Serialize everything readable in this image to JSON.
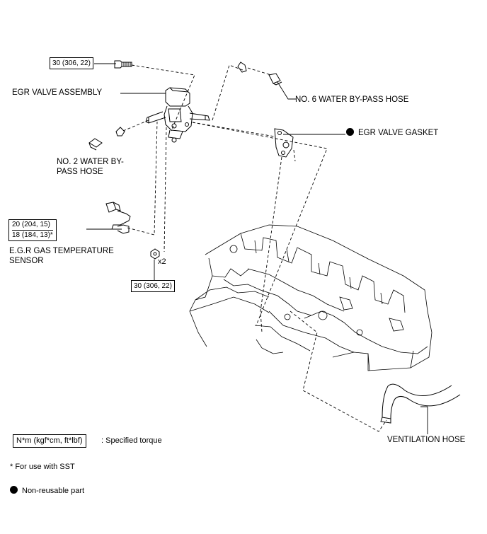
{
  "parts": {
    "egr_valve_assembly": "EGR VALVE ASSEMBLY",
    "water_bypass_hose_6": "NO. 6 WATER BY-PASS HOSE",
    "egr_valve_gasket": "EGR VALVE GASKET",
    "water_bypass_hose_2_line1": "NO. 2 WATER BY-",
    "water_bypass_hose_2_line2": "PASS HOSE",
    "egr_temp_sensor_line1": "E.G.R GAS TEMPERATURE",
    "egr_temp_sensor_line2": "SENSOR",
    "ventilation_hose": "VENTILATION HOSE"
  },
  "torques": {
    "bolt_top": "30 (306, 22)",
    "sensor_1": "20 (204, 15)",
    "sensor_2": "18 (184, 13)*",
    "nut_bottom": "30 (306, 22)",
    "nut_qty": "x2"
  },
  "legend": {
    "torque_unit": "N*m (kgf*cm, ft*lbf)",
    "torque_desc": ": Specified torque",
    "sst_note": "* For use with SST",
    "non_reusable": "Non-reusable part"
  }
}
